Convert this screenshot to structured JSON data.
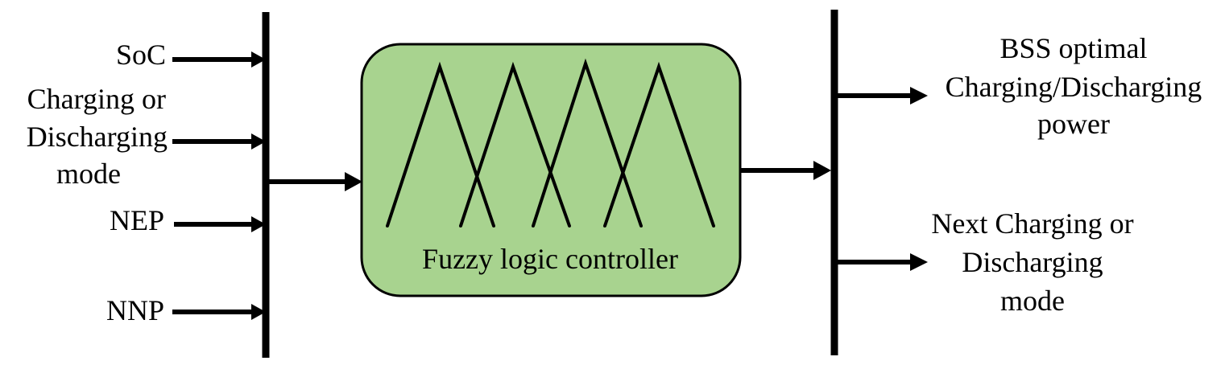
{
  "inputs": {
    "soc": "SoC",
    "mode": [
      "Charging or",
      "Discharging",
      "mode"
    ],
    "nep": "NEP",
    "nnp": "NNP"
  },
  "controller": {
    "label": "Fuzzy logic controller",
    "fill_color": "#a8d38f",
    "membership_function_count": 4
  },
  "outputs": {
    "power": [
      "BSS optimal",
      "Charging/Discharging",
      "power"
    ],
    "next_mode": [
      "Next Charging or",
      "Discharging",
      "mode"
    ]
  }
}
